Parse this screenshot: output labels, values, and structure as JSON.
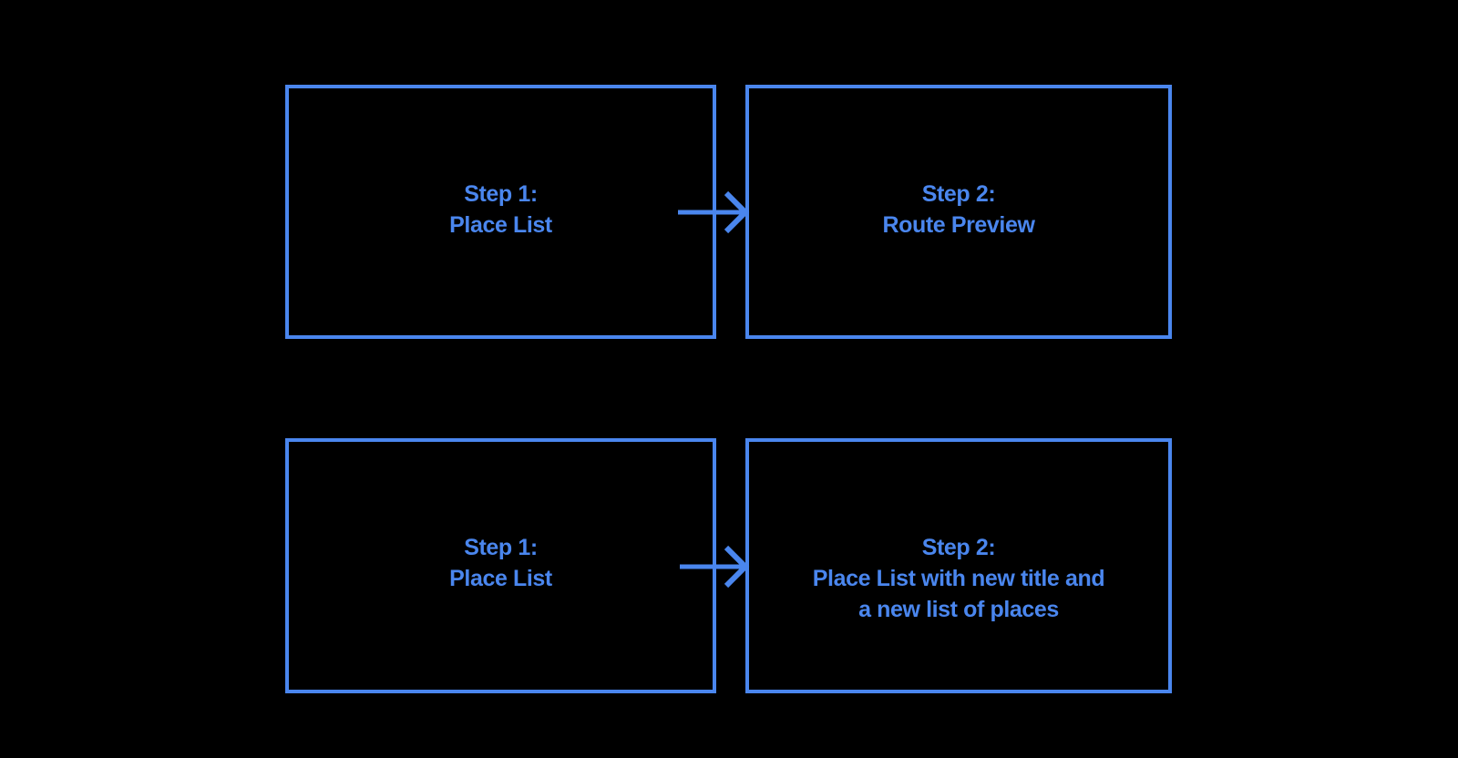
{
  "theme": {
    "background": "#000000",
    "accent": "#4a86ee"
  },
  "diagram": {
    "description": "two-row flow diagram, each row has a source step box connected by a right arrow to a target step box",
    "rows": [
      {
        "connector": "right-arrow",
        "source_lines": [
          "Step 1:",
          "Place List"
        ],
        "target_lines": [
          "Step 2:",
          "Route Preview"
        ]
      },
      {
        "connector": "right-arrow",
        "source_lines": [
          "Step 1:",
          "Place List"
        ],
        "target_lines": [
          "Step 2:",
          "Place List with new title and",
          "a new list of places"
        ]
      }
    ]
  }
}
